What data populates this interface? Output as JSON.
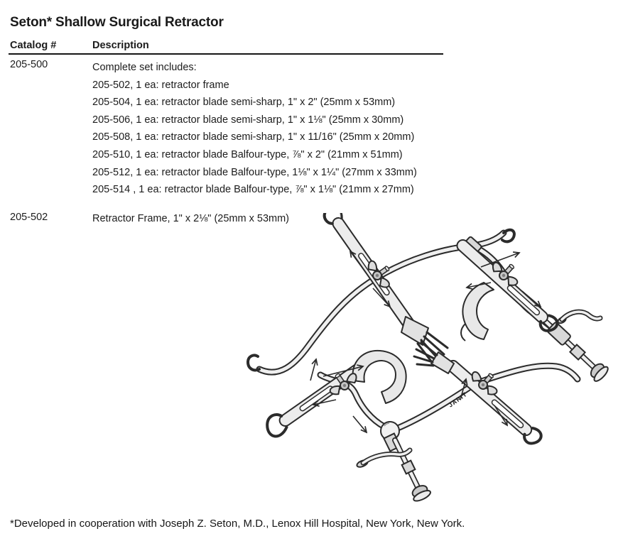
{
  "page": {
    "title": "Seton* Shallow Surgical Retractor",
    "footnote": "*Developed in cooperation with Joseph Z. Seton, M.D., Lenox Hill Hospital, New York, New York."
  },
  "table": {
    "headers": {
      "catalog": "Catalog #",
      "description": "Description"
    },
    "rows": [
      {
        "catalog": "205-500",
        "lines": [
          "Complete set includes:",
          "205-502, 1 ea: retractor frame",
          "205-504, 1 ea: retractor blade semi-sharp, 1\" x 2\" (25mm x 53mm)",
          "205-506, 1 ea: retractor blade semi-sharp, 1\" x 1⅛\" (25mm x 30mm)",
          "205-508, 1 ea: retractor blade semi-sharp, 1\" x 11/16\" (25mm x 20mm)",
          "205-510, 1 ea: retractor blade Balfour-type, ⅞\" x 2\" (21mm x 51mm)",
          "205-512, 1 ea: retractor blade Balfour-type, 1⅛\" x 1¼\" (27mm x 33mm)",
          "205-514 , 1 ea: retractor blade Balfour-type, ⅞\" x 1⅛\" (21mm x 27mm)"
        ]
      },
      {
        "catalog": "205-502",
        "lines": [
          "Retractor Frame, 1\" x 2⅛\" (25mm x 53mm)"
        ]
      }
    ]
  },
  "illustration": {
    "label": "JARIT",
    "description": "Line drawing of Seton shallow surgical retractor frame with four sliding blades, wing-nut clamps and two T-handle screws",
    "ink_color": "#2b2b2b",
    "paper_color": "#ffffff"
  }
}
